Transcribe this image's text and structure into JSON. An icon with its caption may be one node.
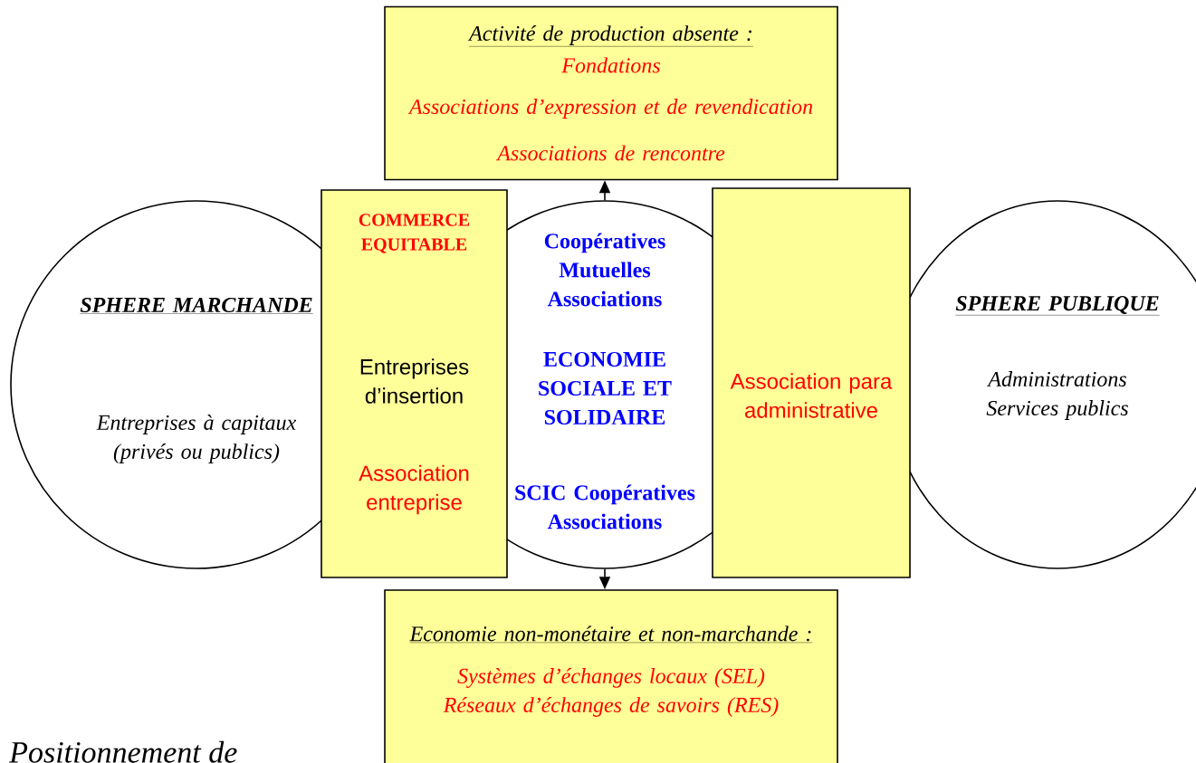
{
  "diagram": {
    "nodes": [
      {
        "text": [
          "Activité de production absente :",
          "Fondations",
          "Associations d’expression et de revendication",
          "Associations de rencontre"
        ]
      },
      {
        "text": [
          "SPHERE MARCHANDE",
          "Entreprises à capitaux (privés ou publics)"
        ]
      },
      {
        "text": [
          "COMMERCE EQUITABLE",
          "Entreprises d’insertion",
          "Association entreprise"
        ]
      },
      {
        "text": [
          "Coopératives Mutuelles Associations",
          "ECONOMIE SOCIALE ET SOLIDAIRE",
          "SCIC Coopératives Associations"
        ]
      },
      {
        "text": [
          "Association para administrative"
        ]
      },
      {
        "text": [
          "SPHERE PUBLIQUE",
          "Administrations Services publics"
        ]
      },
      {
        "text": [
          "Economie non-monétaire et non-marchande :",
          "Systèmes d’échanges locaux (SEL)",
          "Réseaux d’échanges de savoirs (RES)"
        ]
      }
    ],
    "edges": [
      {
        "from": 3,
        "to": 0,
        "arrow": "to"
      },
      {
        "from": 3,
        "to": 6,
        "arrow": "to"
      }
    ],
    "labels": [
      "Positionnement de"
    ]
  }
}
